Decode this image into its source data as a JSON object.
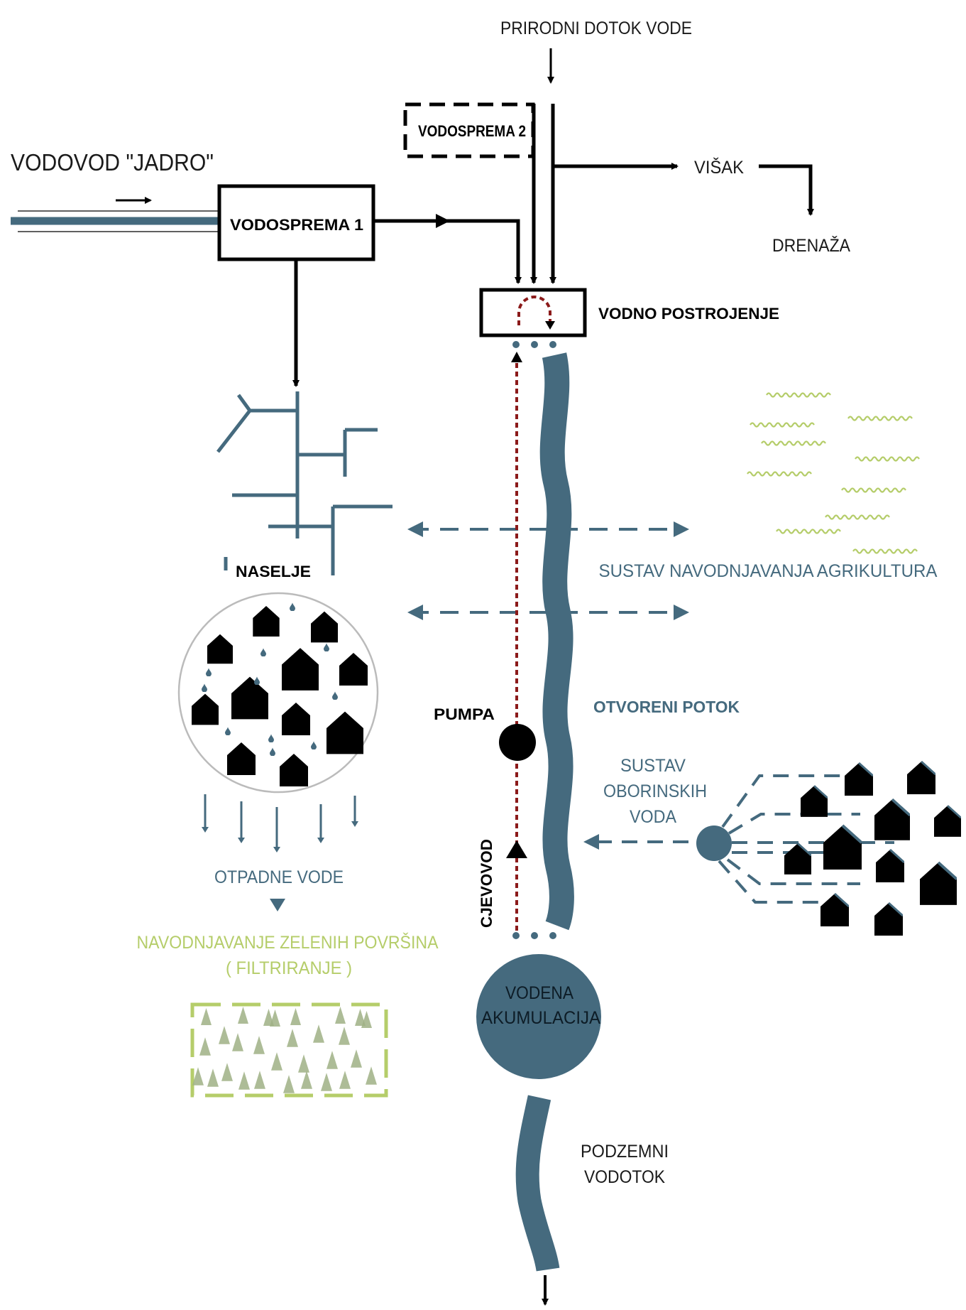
{
  "labels": {
    "natural_inflow": "PRIRODNI DOTOK VODE",
    "reservoir_2": "VODOSPREMA 2",
    "surplus": "VIŠAK",
    "drainage": "DRENAŽA",
    "aqueduct": "VODOVOD \"JADRO\"",
    "reservoir_1": "VODOSPREMA 1",
    "water_plant": "VODNO POSTROJENJE",
    "settlement": "NASELJE",
    "irrigation_agriculture": "SUSTAV NAVODNJAVANJA AGRIKULTURA",
    "open_stream": "OTVORENI POTOK",
    "pump": "PUMPA",
    "stormwater_line1": "SUSTAV",
    "stormwater_line2": "OBORINSKIH",
    "stormwater_line3": "VODA",
    "pipeline": "CJEVOVOD",
    "wastewater": "OTPADNE VODE",
    "green_irrigation": "NAVODNJAVANJE ZELENIH POVRŠINA",
    "filtering": "( FILTRIRANJE )",
    "accumulation_line1": "VODENA",
    "accumulation_line2": "AKUMULACIJA",
    "underground_line1": "PODZEMNI",
    "underground_line2": "VODOTOK"
  },
  "colors": {
    "water_blue": "#456a7e",
    "dark_red": "#8b1a1a",
    "green": "#b5cd6a",
    "tree_green": "#9fb085",
    "black": "#000000",
    "circle_grey": "#bbbbbb"
  }
}
